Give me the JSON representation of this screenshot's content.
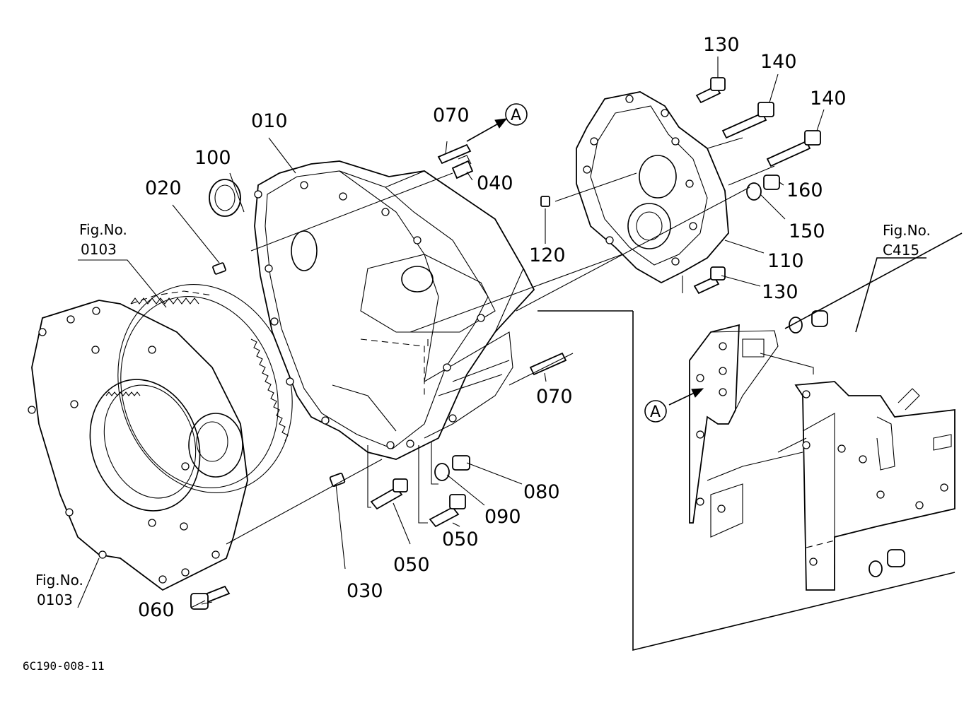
{
  "diagram_code": "6C190-008-11",
  "fig_refs": [
    {
      "id": "figref-0103-top",
      "line1": "Fig.No.",
      "line2": "0103"
    },
    {
      "id": "figref-0103-bottom",
      "line1": "Fig.No.",
      "line2": "0103"
    },
    {
      "id": "figref-c415",
      "line1": "Fig.No.",
      "line2": "C415"
    }
  ],
  "connector_letter": "A",
  "callouts": [
    {
      "id": "010",
      "text": "010"
    },
    {
      "id": "020",
      "text": "020"
    },
    {
      "id": "030",
      "text": "030"
    },
    {
      "id": "040",
      "text": "040"
    },
    {
      "id": "050a",
      "text": "050"
    },
    {
      "id": "050b",
      "text": "050"
    },
    {
      "id": "060",
      "text": "060"
    },
    {
      "id": "070a",
      "text": "070"
    },
    {
      "id": "070b",
      "text": "070"
    },
    {
      "id": "080",
      "text": "080"
    },
    {
      "id": "090",
      "text": "090"
    },
    {
      "id": "100",
      "text": "100"
    },
    {
      "id": "110",
      "text": "110"
    },
    {
      "id": "120",
      "text": "120"
    },
    {
      "id": "130a",
      "text": "130"
    },
    {
      "id": "130b",
      "text": "130"
    },
    {
      "id": "140a",
      "text": "140"
    },
    {
      "id": "140b",
      "text": "140"
    },
    {
      "id": "150",
      "text": "150"
    },
    {
      "id": "160",
      "text": "160"
    }
  ]
}
